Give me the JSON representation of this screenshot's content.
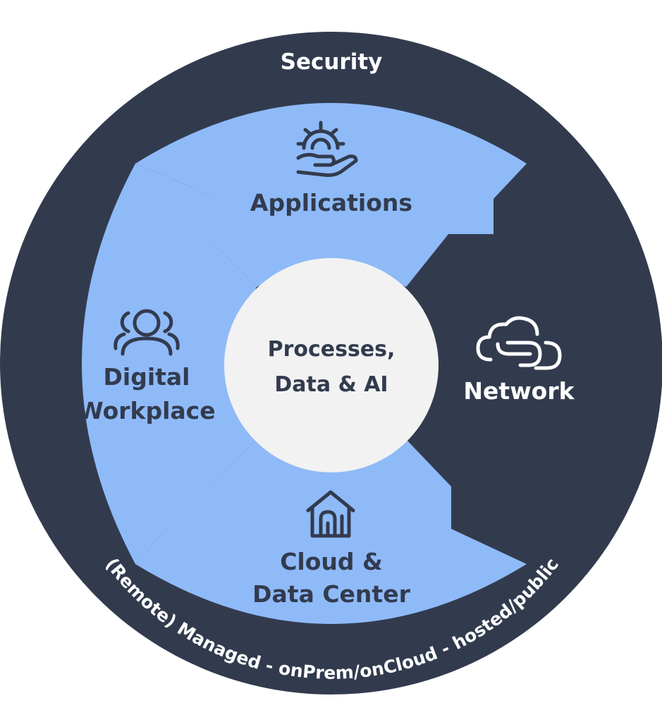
{
  "diagram": {
    "outer_ring_title": "Security",
    "outer_ring_caption": "(Remote) Managed - onPrem/onCloud - hosted/public",
    "center": {
      "line1": "Processes,",
      "line2": "Data & AI"
    },
    "segments": {
      "applications": {
        "label": "Applications",
        "icon": "hand-gear-icon"
      },
      "network": {
        "label": "Network",
        "icon": "cloud-link-icon"
      },
      "cloud": {
        "line1": "Cloud &",
        "line2": "Data Center",
        "icon": "house-icon"
      },
      "workplace": {
        "line1": "Digital",
        "line2": "Workplace",
        "icon": "people-icon"
      }
    },
    "colors": {
      "ring": "#323b4e",
      "segment": "#8fbaf8",
      "center": "#f2f2f2",
      "text_dark": "#323b4e",
      "text_light": "#ffffff"
    }
  }
}
